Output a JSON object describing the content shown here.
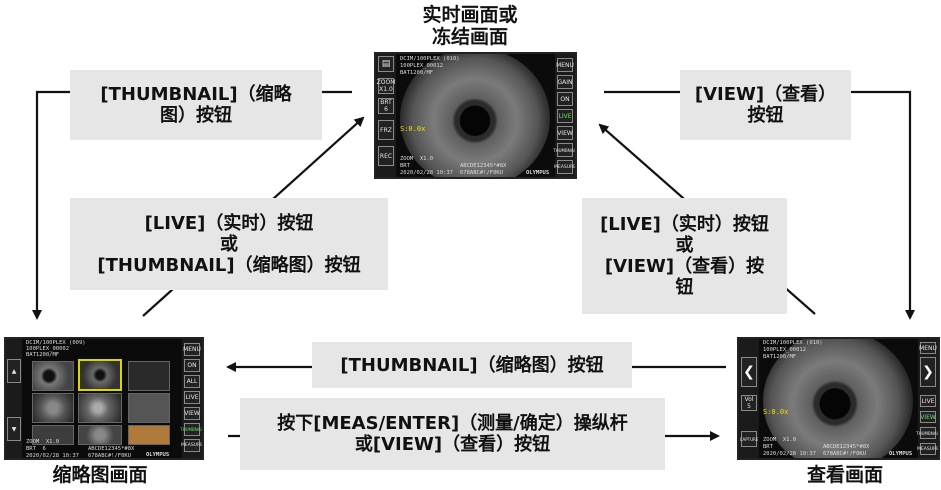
{
  "titles": {
    "live": "实时画面或\n冻结画面",
    "thumbnail": "缩略图画面",
    "view": "查看画面"
  },
  "boxes": {
    "top_left": "[THUMBNAIL]（缩略\n图）按钮",
    "top_right": "[VIEW]（查看）\n按钮",
    "mid_left": "[LIVE]（实时）按钮\n或\n[THUMBNAIL]（缩略图）按钮",
    "mid_right": "[LIVE]（实时）按钮\n或\n[VIEW]（查看）按\n钮",
    "bottom_thumbnail": "[THUMBNAIL]（缩略图）按钮",
    "bottom_meas": "按下[MEAS/ENTER]（测量/确定）操纵杆\n或[VIEW]（查看）按钮"
  },
  "screens": {
    "live": {
      "path": "DCIM/100PLEX (010)",
      "file": "100PLEX_00012",
      "bat": "BAT1200/MF",
      "left_buttons": [
        "ZOOM\nX1.0",
        "BRT\n6",
        "FRZ",
        "REC"
      ],
      "right_buttons": [
        "MENU",
        "GAIN",
        "ON",
        "LIVE",
        "VIEW",
        "THUMBNAIL",
        "MEASURE"
      ],
      "scale": "S:0.0x",
      "zoom": "ZOOM  X1.0",
      "brt": "BRT",
      "date": "2020/02/28 10:37",
      "serial": "ABCDE12345*#8X",
      "serial2": "678ABC#!/F0KU",
      "brand": "OLYMPUS"
    },
    "thumbnail": {
      "path": "DCIM/100PLEX (009)",
      "file": "100PLEX_00002",
      "bat": "BAT1200/MF",
      "right_buttons": [
        "MENU",
        "ON",
        "ALL",
        "LIVE",
        "VIEW",
        "THUMBNAIL",
        "MEASURE"
      ],
      "zoom": "ZOOM  X1.0",
      "brt": "BRT  6",
      "date": "2020/02/28 10:37",
      "serial": "ABCDE12345*#8X",
      "serial2": "678ABC#!/F0KU",
      "brand": "OLYMPUS"
    },
    "view": {
      "path": "DCIM/100PLEX (010)",
      "file": "100PLEX_00012",
      "bat": "BAT1200/MF",
      "left_buttons": [
        "Vol\n5",
        "CAPTURE"
      ],
      "right_buttons": [
        "MENU",
        "LIVE",
        "VIEW",
        "THUMBNAIL",
        "MEASURE"
      ],
      "scale": "S:0.0x",
      "zoom": "ZOOM  X1.0",
      "brt": "BRT",
      "date": "2020/02/28 10:37",
      "serial": "ABCDE12345*#8X",
      "serial2": "678ABC#!/F0KU",
      "brand": "OLYMPUS"
    }
  }
}
